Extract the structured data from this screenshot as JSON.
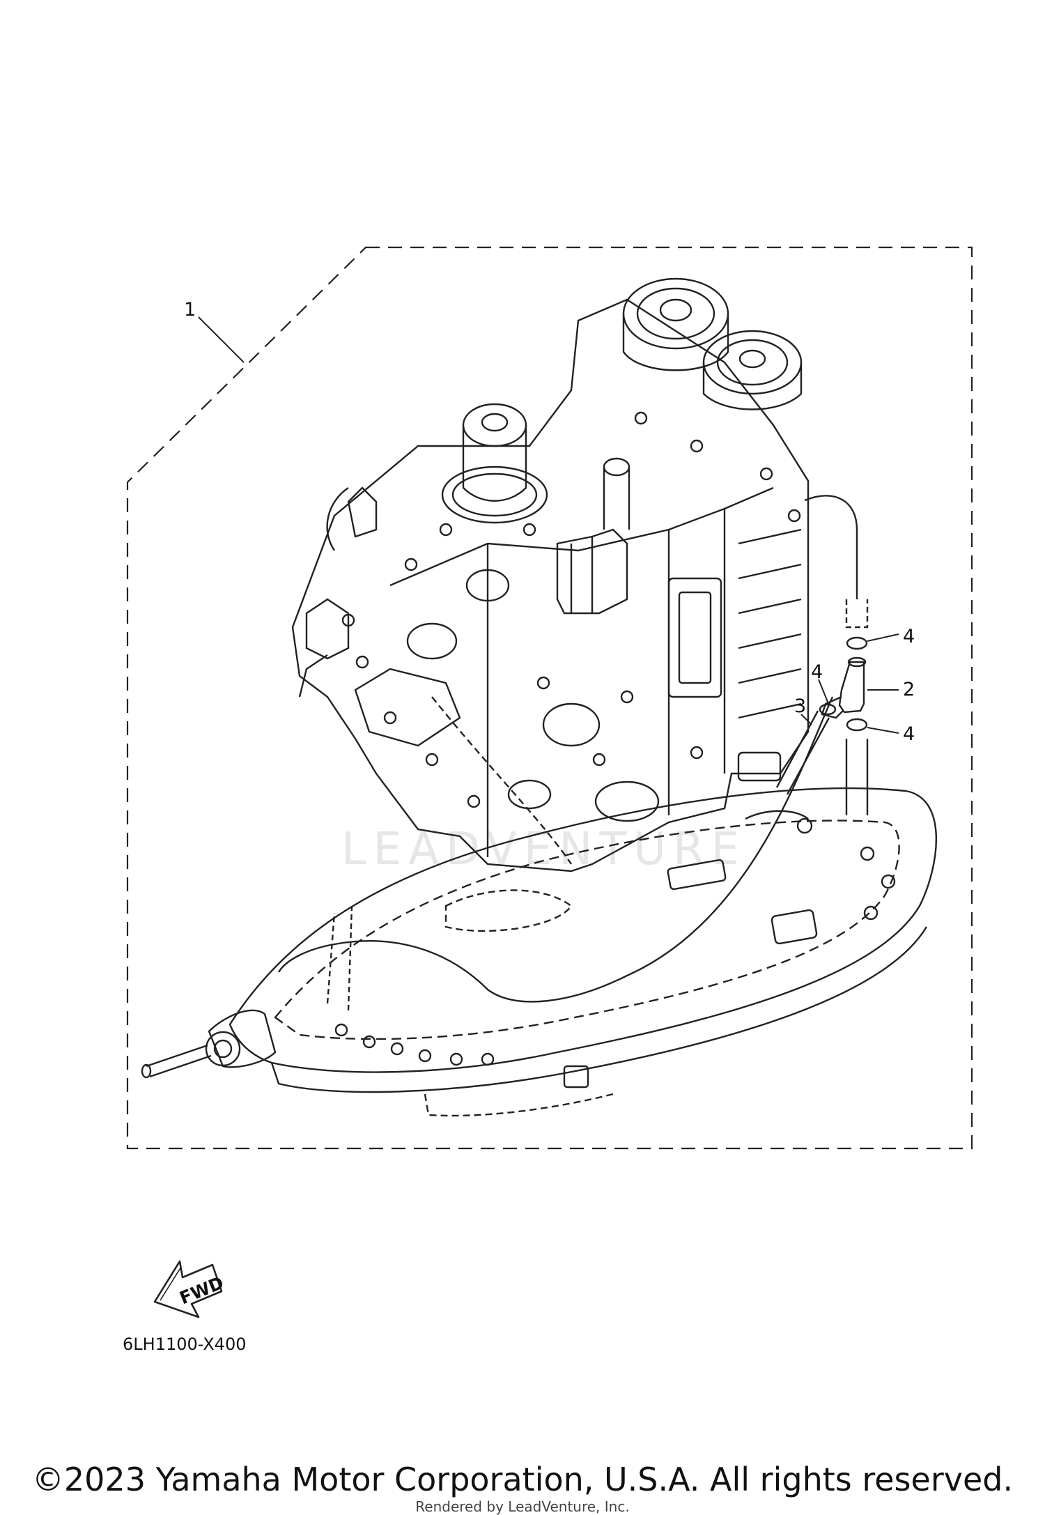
{
  "watermark": "LEADVENTURE",
  "callouts": {
    "c1": "1",
    "c2": "2",
    "c3": "3",
    "c4a": "4",
    "c4b": "4",
    "c4c": "4"
  },
  "fwd_label": "FWD",
  "part_code": "6LH1100-X400",
  "copyright": "©2023 Yamaha Motor Corporation, U.S.A. All rights reserved.",
  "rendered_by": "Rendered by LeadVenture, Inc."
}
